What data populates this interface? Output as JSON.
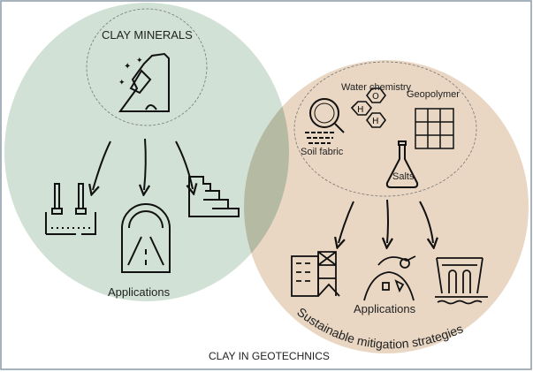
{
  "title": "CLAY IN GEOTECHNICS",
  "left_circle": {
    "heading": "CLAY MINERALS",
    "applications_label": "Applications",
    "icons": [
      "foundation-piles-icon",
      "tunnel-road-icon",
      "retaining-wall-icon"
    ]
  },
  "right_circle": {
    "factors": {
      "water": "Water chemistry",
      "geopolymer": "Geopolymer",
      "soil": "Soil fabric",
      "salts": "Salts"
    },
    "applications_label": "Applications",
    "arc_label": "Sustainable mitigation strategies",
    "icons": [
      "construction-building-icon",
      "landfill-waste-icon",
      "dam-icon"
    ]
  },
  "colors": {
    "green": "#cfe0d4",
    "tan": "#e9d6c2",
    "overlap": "#c3c6b1",
    "border": "#8a9aa6"
  }
}
